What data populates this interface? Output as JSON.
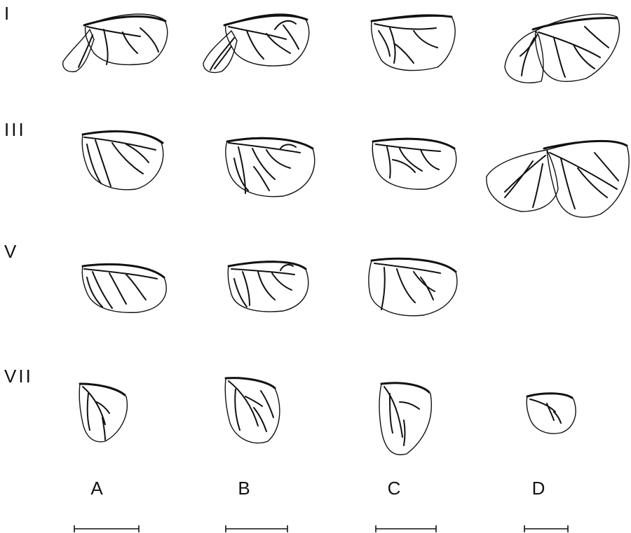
{
  "figure": {
    "rows": [
      {
        "label": "I"
      },
      {
        "label": "III"
      },
      {
        "label": "V"
      },
      {
        "label": "VII"
      }
    ],
    "columns": [
      {
        "label": "A"
      },
      {
        "label": "B"
      },
      {
        "label": "C"
      },
      {
        "label": "D"
      }
    ]
  }
}
